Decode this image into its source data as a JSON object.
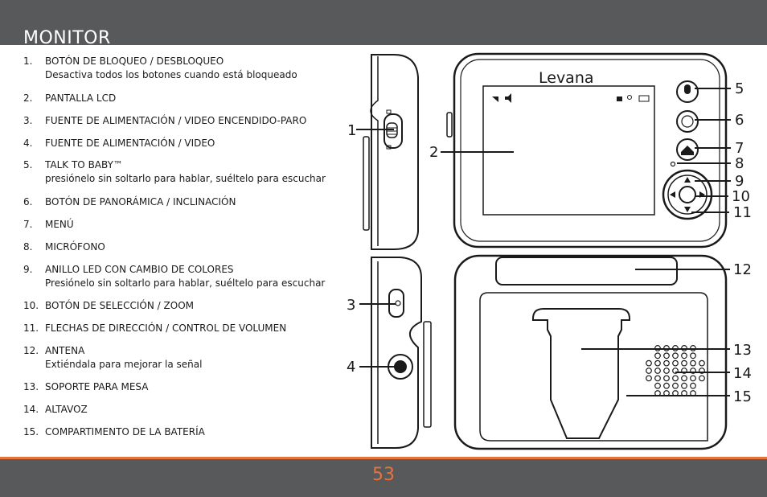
{
  "header": {
    "title": "MONITOR"
  },
  "items": [
    {
      "num": "1.",
      "label": "BOTÓN DE BLOQUEO / DESBLOQUEO",
      "sub": "Desactiva todos los botones cuando está bloqueado"
    },
    {
      "num": "2.",
      "label": "PANTALLA LCD",
      "sub": ""
    },
    {
      "num": "3.",
      "label": "FUENTE DE ALIMENTACIÓN / VIDEO ENCENDIDO-PARO",
      "sub": ""
    },
    {
      "num": "4.",
      "label": "FUENTE DE ALIMENTACIÓN / VIDEO",
      "sub": ""
    },
    {
      "num": "5.",
      "label": "TALK TO BABY™",
      "sub": "presiónelo sin soltarlo para hablar, suéltelo para escuchar"
    },
    {
      "num": "6.",
      "label": "BOTÓN DE PANORÁMICA / INCLINACIÓN",
      "sub": ""
    },
    {
      "num": "7.",
      "label": "MENÚ",
      "sub": ""
    },
    {
      "num": "8.",
      "label": "MICRÓFONO",
      "sub": ""
    },
    {
      "num": "9.",
      "label": "ANILLO LED CON CAMBIO DE COLORES",
      "sub": "Presiónelo sin soltarlo para hablar, suéltelo para escuchar"
    },
    {
      "num": "10.",
      "label": "BOTÓN DE SELECCIÓN / ZOOM",
      "sub": ""
    },
    {
      "num": "11.",
      "label": "FLECHAS DE DIRECCIÓN / CONTROL DE VOLUMEN",
      "sub": ""
    },
    {
      "num": "12.",
      "label": "ANTENA",
      "sub": "Extiéndala para mejorar la señal"
    },
    {
      "num": "13.",
      "label": "SOPORTE PARA MESA",
      "sub": ""
    },
    {
      "num": "14.",
      "label": "ALTAVOZ",
      "sub": ""
    },
    {
      "num": "15.",
      "label": "COMPARTIMENTO DE LA BATERÍA",
      "sub": ""
    }
  ],
  "diagram": {
    "brand": "Levana",
    "callouts": [
      "1",
      "2",
      "3",
      "4",
      "5",
      "6",
      "7",
      "8",
      "9",
      "10",
      "11",
      "12",
      "13",
      "14",
      "15"
    ]
  },
  "footer": {
    "page_number": "53"
  },
  "colors": {
    "bar": "#58595b",
    "accent": "#e8733a"
  }
}
